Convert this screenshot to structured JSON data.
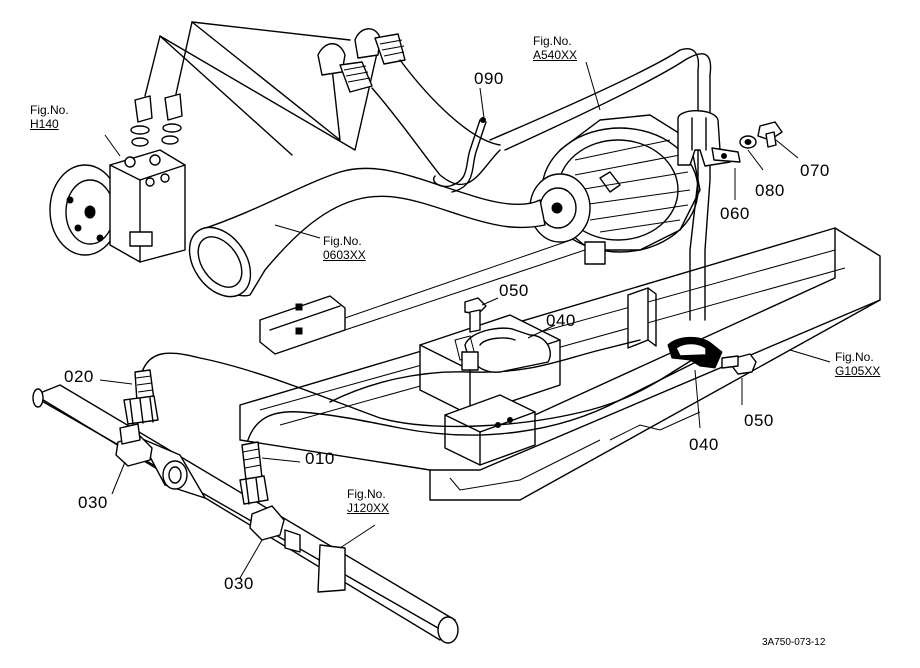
{
  "part_numbers": {
    "p010": "010",
    "p020": "020",
    "p030a": "030",
    "p030b": "030",
    "p040a": "040",
    "p040b": "040",
    "p050a": "050",
    "p050b": "050",
    "p060": "060",
    "p070": "070",
    "p080": "080",
    "p090": "090"
  },
  "figure_refs": {
    "h140": {
      "prefix": "Fig.No.",
      "ref": "H140"
    },
    "a540": {
      "prefix": "Fig.No.",
      "ref": "A540XX"
    },
    "f0603": {
      "prefix": "Fig.No.",
      "ref": "0603XX"
    },
    "g105": {
      "prefix": "Fig.No.",
      "ref": "G105XX"
    },
    "j120": {
      "prefix": "Fig.No.",
      "ref": "J120XX"
    }
  },
  "drawing_code": "3A750-073-12"
}
